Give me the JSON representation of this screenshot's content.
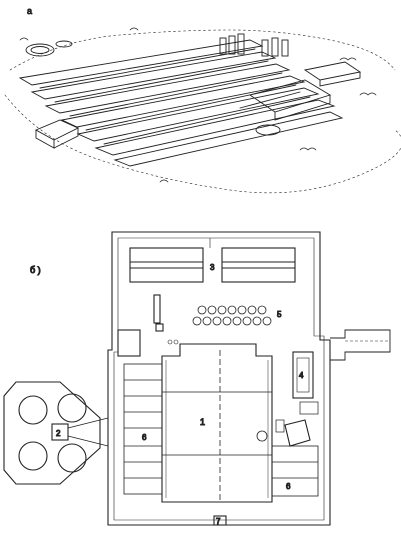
{
  "figure": {
    "panel_a_label": "а",
    "panel_b_label": "б )",
    "plan_labels": {
      "main_building": "1",
      "west_block": "2",
      "north_block": "3",
      "east_block": "4",
      "tanks": "5",
      "side_block_left": "6",
      "side_block_right": "6",
      "gate": "7"
    }
  }
}
